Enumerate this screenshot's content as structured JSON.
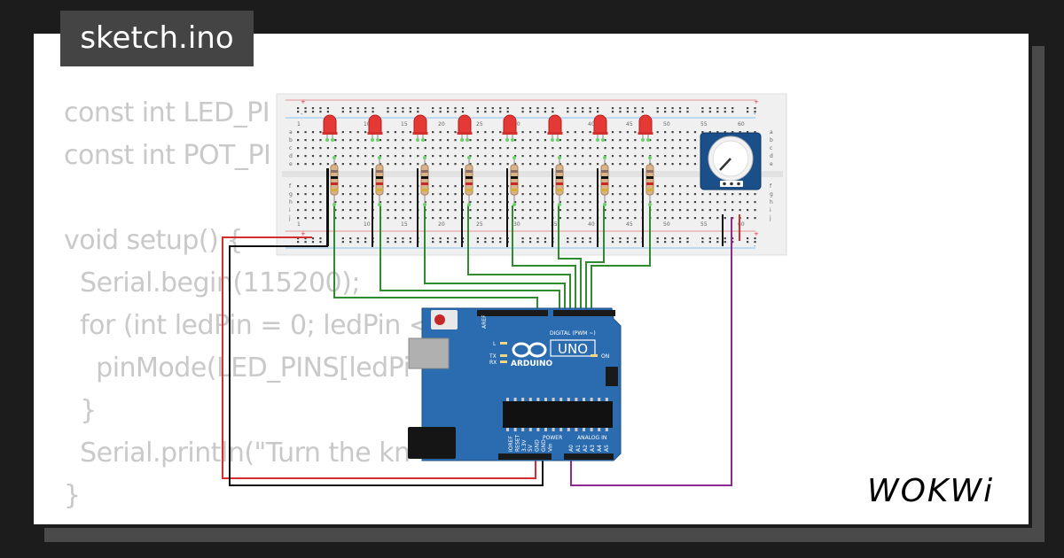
{
  "title": "sketch.ino",
  "code_lines": [
    "const int LED_PI",
    "const int POT_PI",
    "",
    "void setup() {",
    "  Serial.begin(115200);",
    "  for (int ledPin = 0; ledPin < ",
    "    pinMode(LED_PINS[ledPi",
    "  }",
    "  Serial.println(\"Turn the kn",
    "}"
  ],
  "breadboard": {
    "column_numbers": [
      "1",
      "10",
      "15",
      "20",
      "25",
      "30",
      "35",
      "40",
      "45",
      "50",
      "55",
      "60"
    ],
    "row_letters_top": [
      "a",
      "b",
      "c",
      "d",
      "e"
    ],
    "row_letters_bottom": [
      "f",
      "g",
      "h",
      "i",
      "j"
    ],
    "led_count": 8
  },
  "arduino": {
    "brand": "ARDUINO",
    "model": "UNO",
    "digital_label": "DIGITAL (PWM ~)",
    "power_label": "POWER",
    "analog_label": "ANALOG IN",
    "on_label": "ON",
    "led_labels": [
      "L",
      "TX",
      "RX"
    ],
    "aref_label": "AREF",
    "power_pins": [
      "IOREF",
      "RESET",
      "3.3V",
      "5V",
      "GND",
      "GND",
      "Vin"
    ],
    "analog_pins": [
      "A0",
      "A1",
      "A2",
      "A3",
      "A4",
      "A5"
    ]
  },
  "wire_colors": {
    "red": "#d32f2f",
    "black": "#111111",
    "green": "#2e8b2e",
    "purple": "#8e2a8e"
  },
  "logo": "WOKWi"
}
